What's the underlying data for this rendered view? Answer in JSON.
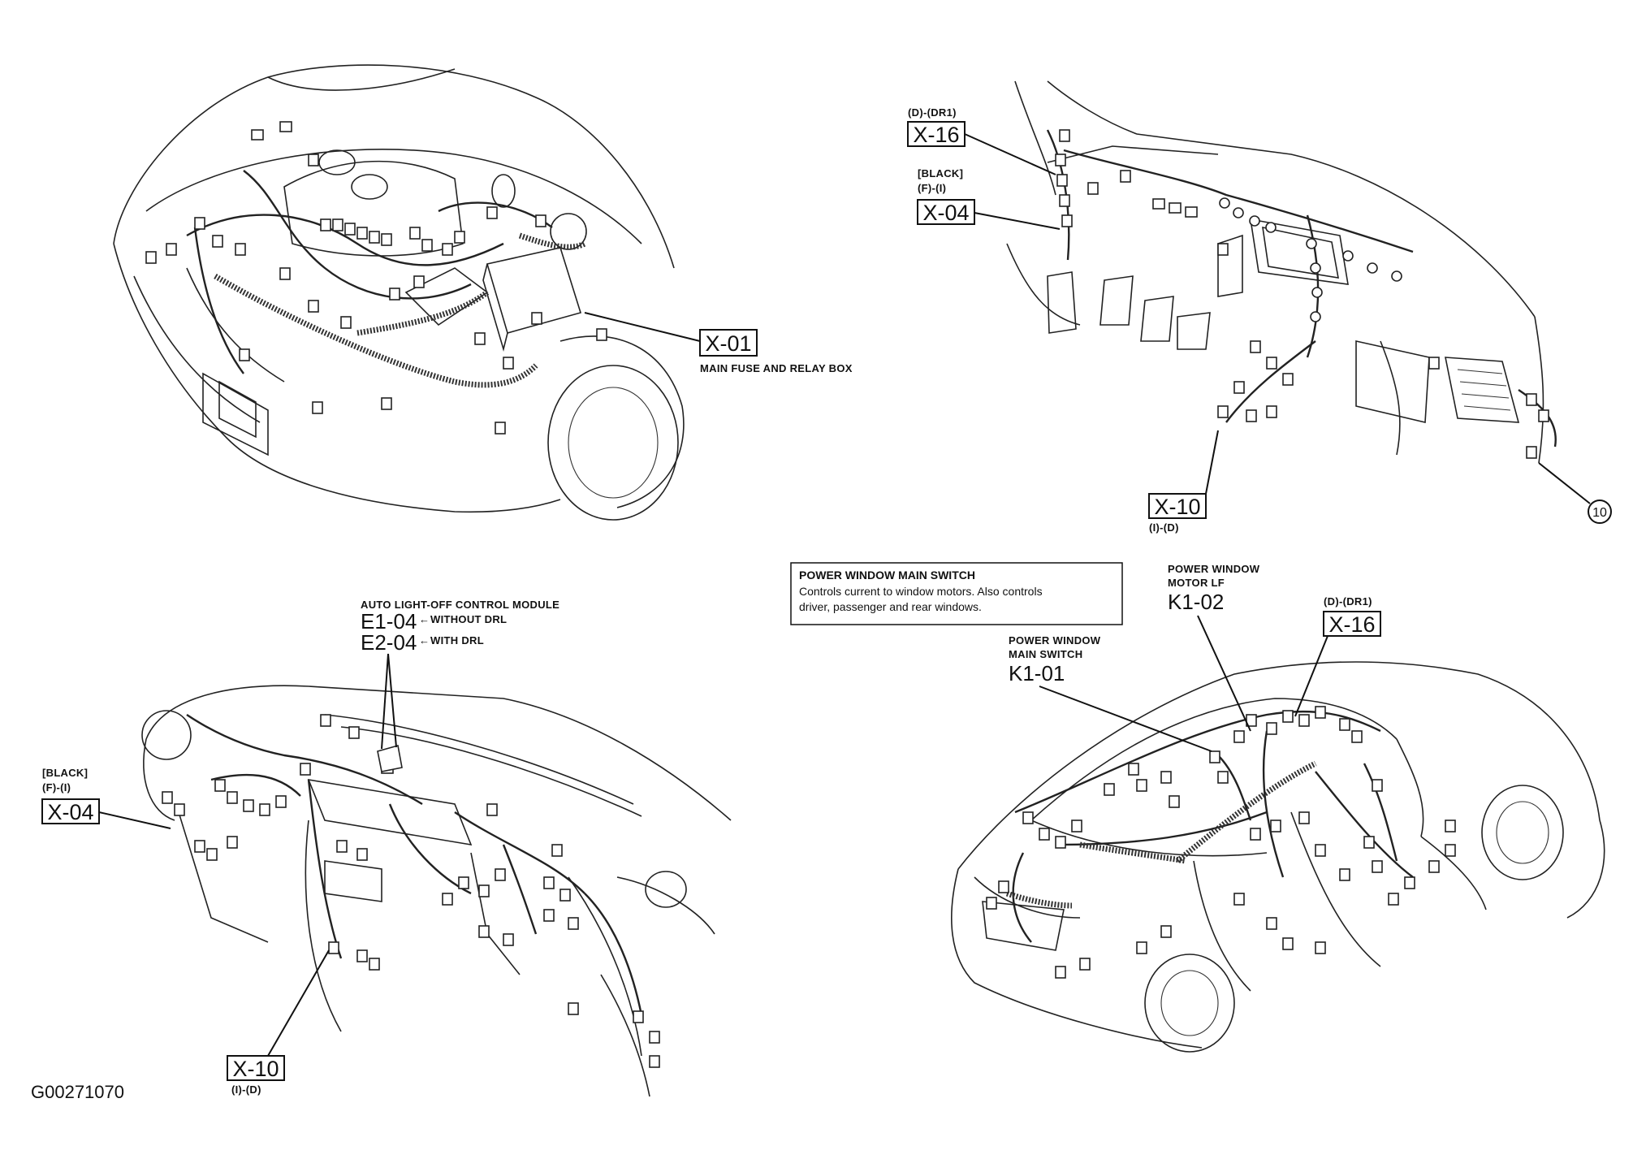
{
  "figure_id": "G00271070",
  "panels": {
    "engine_bay": {
      "x01": {
        "code": "X-01",
        "desc": "MAIN FUSE AND RELAY BOX"
      }
    },
    "driver_side": {
      "x16": {
        "note": "(D)-(DR1)",
        "code": "X-16"
      },
      "x04": {
        "note1": "[BLACK]",
        "note2": "(F)-(I)",
        "code": "X-04"
      },
      "x10": {
        "code": "X-10",
        "note": "(I)-(D)"
      },
      "circle_ref": "10"
    },
    "dashboard": {
      "module_title": "AUTO LIGHT-OFF CONTROL MODULE",
      "e104": {
        "code": "E1-04",
        "desc": "WITHOUT DRL"
      },
      "e204": {
        "code": "E2-04",
        "desc": "WITH DRL"
      },
      "x04": {
        "note1": "[BLACK]",
        "note2": "(F)-(I)",
        "code": "X-04"
      },
      "x10": {
        "code": "X-10",
        "note": "(I)-(D)"
      }
    },
    "body": {
      "infobox": {
        "title": "POWER WINDOW MAIN SWITCH",
        "line1": "Controls current to window motors. Also controls",
        "line2": "driver, passenger and rear windows."
      },
      "k102": {
        "line1": "POWER WINDOW",
        "line2": "MOTOR LF",
        "code": "K1-02"
      },
      "x16": {
        "note": "(D)-(DR1)",
        "code": "X-16"
      },
      "k101": {
        "line1": "POWER WINDOW",
        "line2": "MAIN SWITCH",
        "code": "K1-01"
      }
    }
  }
}
